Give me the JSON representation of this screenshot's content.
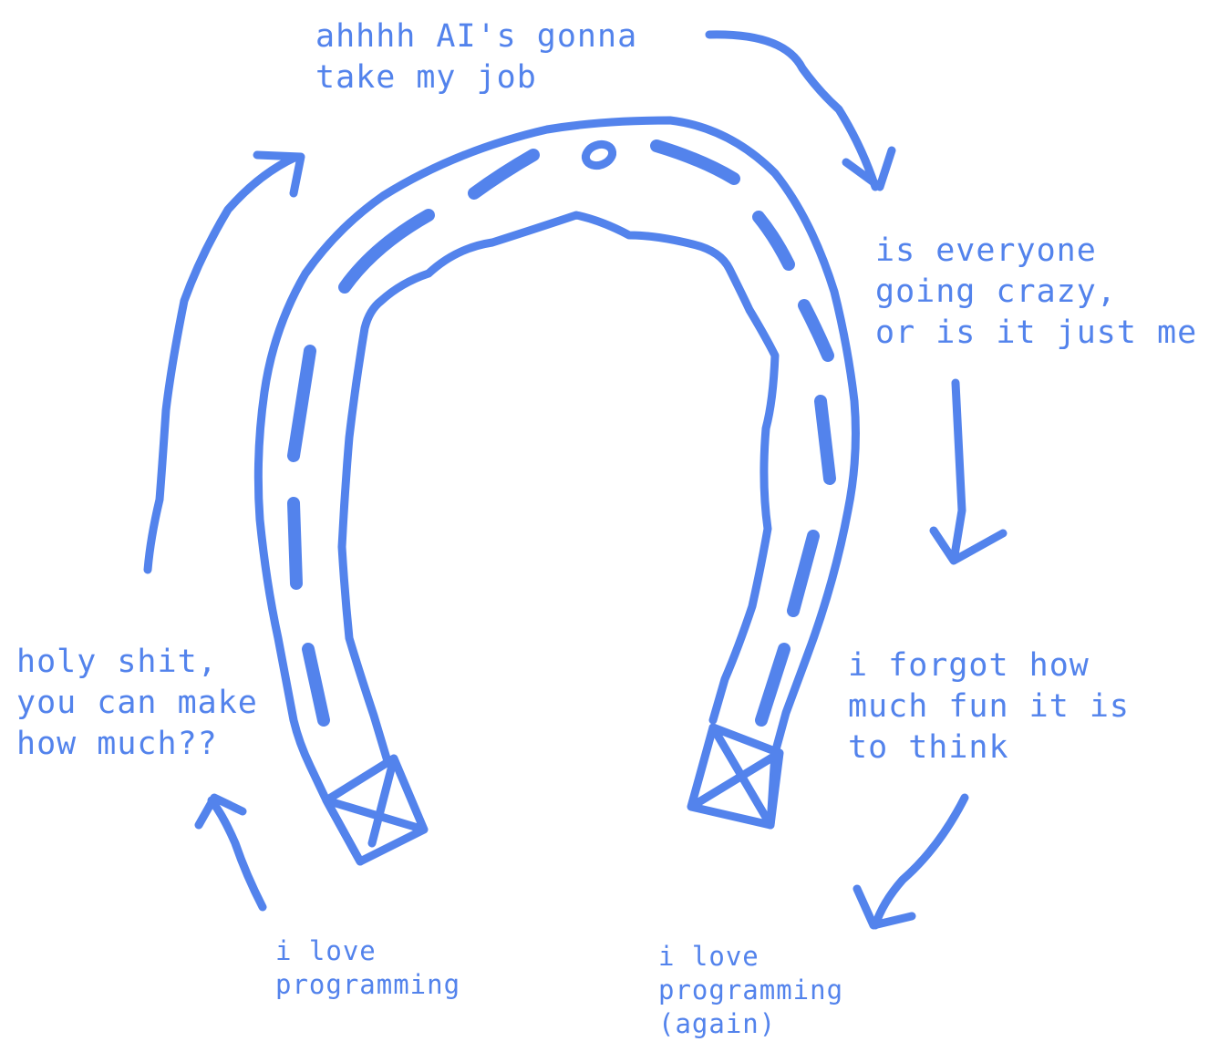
{
  "stages": {
    "ai_job": "ahhhh AI's gonna\ntake my job",
    "crazy": "is everyone\ngoing crazy,\nor is it just me",
    "fun_to_think": "i forgot how\nmuch fun it is\nto think",
    "love_again": "i love\nprogramming\n(again)",
    "love": "i love\nprogramming",
    "make_money": "holy shit,\nyou can make\nhow much??"
  },
  "colors": {
    "ink": "#5383EC",
    "background": "#ffffff"
  }
}
